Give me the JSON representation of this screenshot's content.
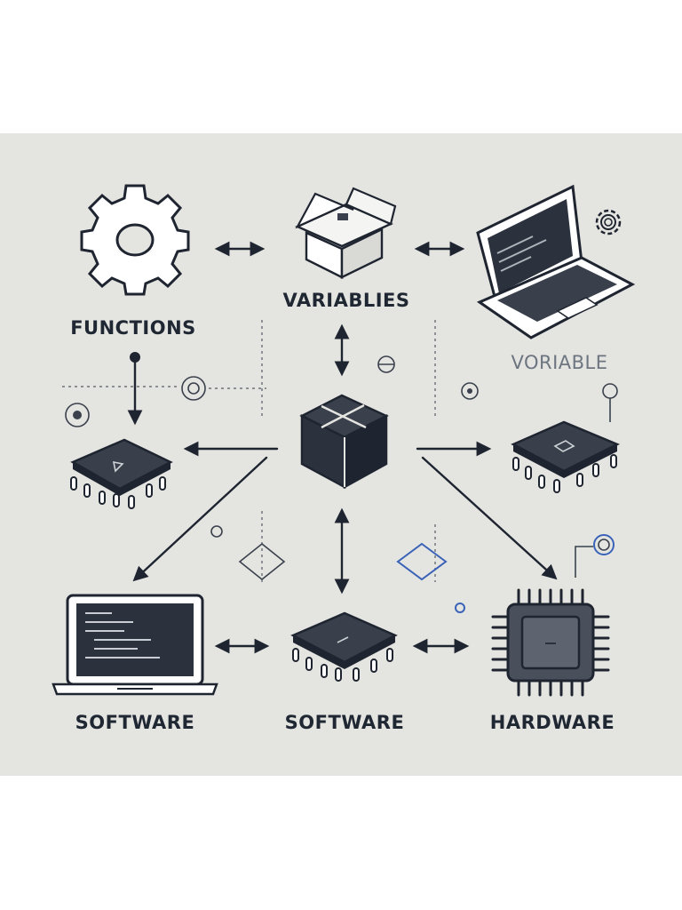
{
  "labels": {
    "functions": "FUNCTIONS",
    "variables": "VARIABLIES",
    "voriable": "VORIABLE",
    "software_left": "SOFTWARE",
    "software_center": "SOFTWARE",
    "hardware": "HARDWARE"
  },
  "icons": [
    "gear-icon",
    "box-icon",
    "laptop-icon",
    "small-gear-icon",
    "cube-icon",
    "chip-icon",
    "monitor-icon",
    "processor-icon"
  ],
  "colors": {
    "panel": "#e4e4e1",
    "ink": "#1f2530",
    "dark_fill": "#2c323d",
    "accent_blue": "#3a63b8"
  }
}
